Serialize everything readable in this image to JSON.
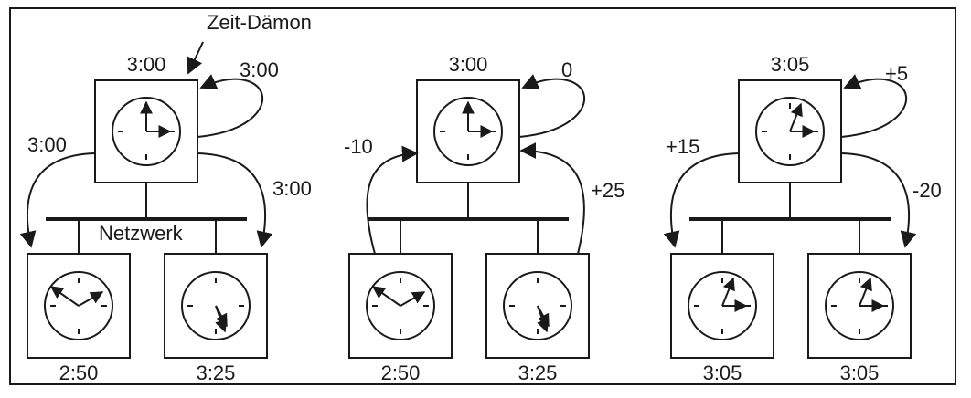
{
  "panels": [
    {
      "daemon_label": "Zeit-Dämon",
      "daemon_time": "3:00",
      "self_adjust": "3:00",
      "left_link": "3:00",
      "right_link": "3:00",
      "network_label": "Netzwerk",
      "client_left_time": "2:50",
      "client_right_time": "3:25"
    },
    {
      "daemon_time": "3:00",
      "self_adjust": "0",
      "left_link": "-10",
      "right_link": "+25",
      "client_left_time": "2:50",
      "client_right_time": "3:25"
    },
    {
      "daemon_time": "3:05",
      "self_adjust": "+5",
      "left_link": "+15",
      "right_link": "-20",
      "client_left_time": "3:05",
      "client_right_time": "3:05"
    }
  ],
  "colors": {
    "ink": "#1a1a1a",
    "background": "#ffffff"
  }
}
